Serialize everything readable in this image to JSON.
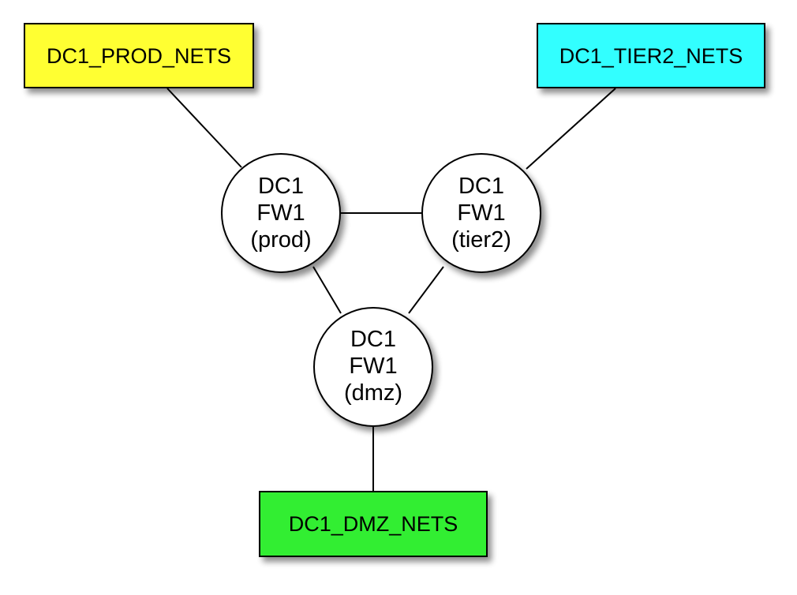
{
  "colors": {
    "prod_box": "#ffff33",
    "tier2_box": "#33ffff",
    "dmz_box": "#33ee33",
    "firewall_fill": "#ffffff",
    "line": "#000000"
  },
  "boxes": {
    "prod": {
      "label": "DC1_PROD_NETS"
    },
    "tier2": {
      "label": "DC1_TIER2_NETS"
    },
    "dmz": {
      "label": "DC1_DMZ_NETS"
    }
  },
  "firewalls": {
    "prod": {
      "line1": "DC1",
      "line2": "FW1",
      "line3": "(prod)"
    },
    "tier2": {
      "line1": "DC1",
      "line2": "FW1",
      "line3": "(tier2)"
    },
    "dmz": {
      "line1": "DC1",
      "line2": "FW1",
      "line3": "(dmz)"
    }
  },
  "connections": [
    {
      "from": "box-prod",
      "to": "fw-prod"
    },
    {
      "from": "box-tier2",
      "to": "fw-tier2"
    },
    {
      "from": "box-dmz",
      "to": "fw-dmz"
    },
    {
      "from": "fw-prod",
      "to": "fw-tier2"
    },
    {
      "from": "fw-prod",
      "to": "fw-dmz"
    },
    {
      "from": "fw-tier2",
      "to": "fw-dmz"
    }
  ]
}
